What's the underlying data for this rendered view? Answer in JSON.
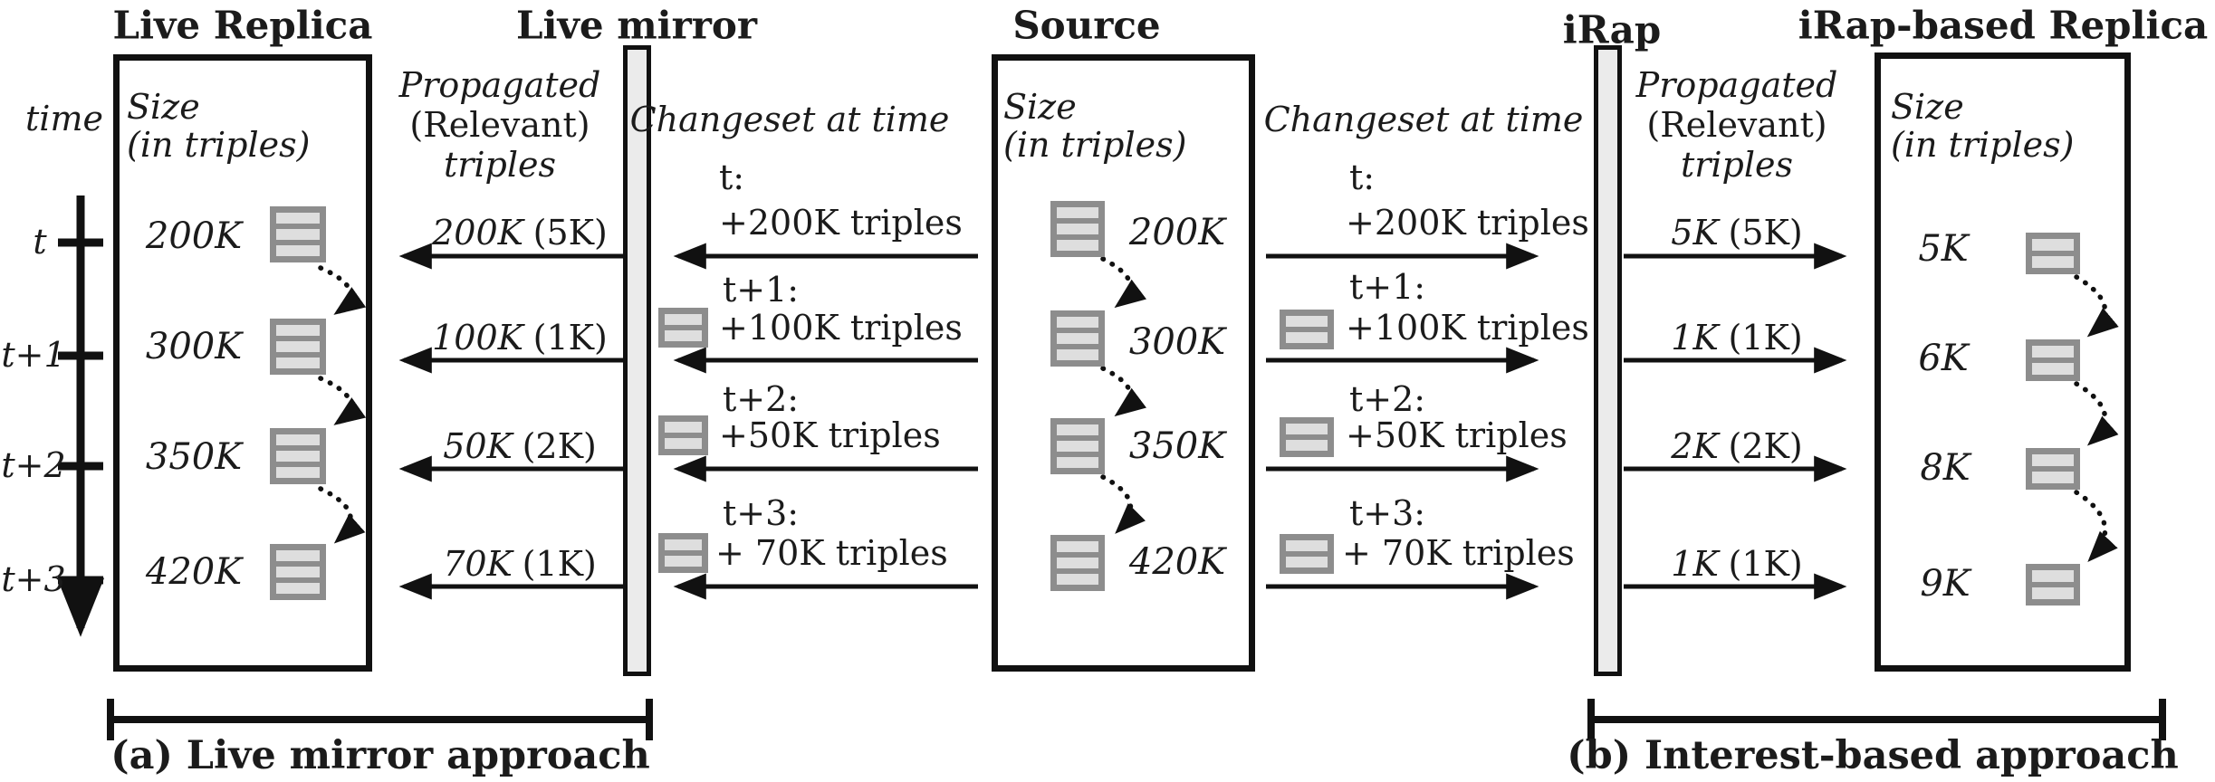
{
  "titles": {
    "live_replica": "Live Replica",
    "live_mirror": "Live mirror",
    "source": "Source",
    "irap": "iRap",
    "irap_replica": "iRap-based Replica"
  },
  "time_axis": {
    "label": "time",
    "ticks": [
      {
        "label": "t"
      },
      {
        "label": "t+1"
      },
      {
        "label": "t+2"
      },
      {
        "label": "t+3"
      }
    ]
  },
  "live_replica": {
    "size_line1": "Size",
    "size_line2": "(in triples)",
    "rows": [
      {
        "size": "200K"
      },
      {
        "size": "300K"
      },
      {
        "size": "350K"
      },
      {
        "size": "420K"
      }
    ]
  },
  "source": {
    "size_line1": "Size",
    "size_line2": "(in triples)",
    "rows": [
      {
        "size": "200K"
      },
      {
        "size": "300K"
      },
      {
        "size": "350K"
      },
      {
        "size": "420K"
      }
    ]
  },
  "irap_replica": {
    "size_line1": "Size",
    "size_line2": "(in triples)",
    "rows": [
      {
        "size": "5K"
      },
      {
        "size": "6K"
      },
      {
        "size": "8K"
      },
      {
        "size": "9K"
      }
    ]
  },
  "propagated_left": {
    "header_line1": "Propagated",
    "header_line2": "(Relevant)",
    "header_line3": "triples",
    "rows": [
      {
        "value": "200K",
        "relevant": "(5K)"
      },
      {
        "value": "100K",
        "relevant": "(1K)"
      },
      {
        "value": "50K",
        "relevant": "(2K)"
      },
      {
        "value": "70K",
        "relevant": "(1K)"
      }
    ]
  },
  "propagated_right": {
    "header_line1": "Propagated",
    "header_line2": "(Relevant)",
    "header_line3": "triples",
    "rows": [
      {
        "value": "5K",
        "relevant": "(5K)"
      },
      {
        "value": "1K",
        "relevant": "(1K)"
      },
      {
        "value": "2K",
        "relevant": "(2K)"
      },
      {
        "value": "1K",
        "relevant": "(1K)"
      }
    ]
  },
  "changeset_left": {
    "header": "Changeset at time",
    "rows": [
      {
        "time": "t:",
        "delta": "+200K triples"
      },
      {
        "time": "t+1:",
        "delta": "+100K triples"
      },
      {
        "time": "t+2:",
        "delta": "+50K triples"
      },
      {
        "time": "t+3:",
        "delta": "+ 70K triples"
      }
    ]
  },
  "changeset_right": {
    "header": "Changeset at time",
    "rows": [
      {
        "time": "t:",
        "delta": "+200K triples"
      },
      {
        "time": "t+1:",
        "delta": "+100K triples"
      },
      {
        "time": "t+2:",
        "delta": "+50K triples"
      },
      {
        "time": "t+3:",
        "delta": "+ 70K triples"
      }
    ]
  },
  "captions": {
    "a": "(a) Live mirror approach",
    "b": "(b) Interest-based approach"
  },
  "colors": {
    "ink": "#1b1b1b",
    "pipe_fill": "#ebebeb",
    "icon_frame": "#8d8d8d",
    "icon_bar": "#dedede"
  }
}
